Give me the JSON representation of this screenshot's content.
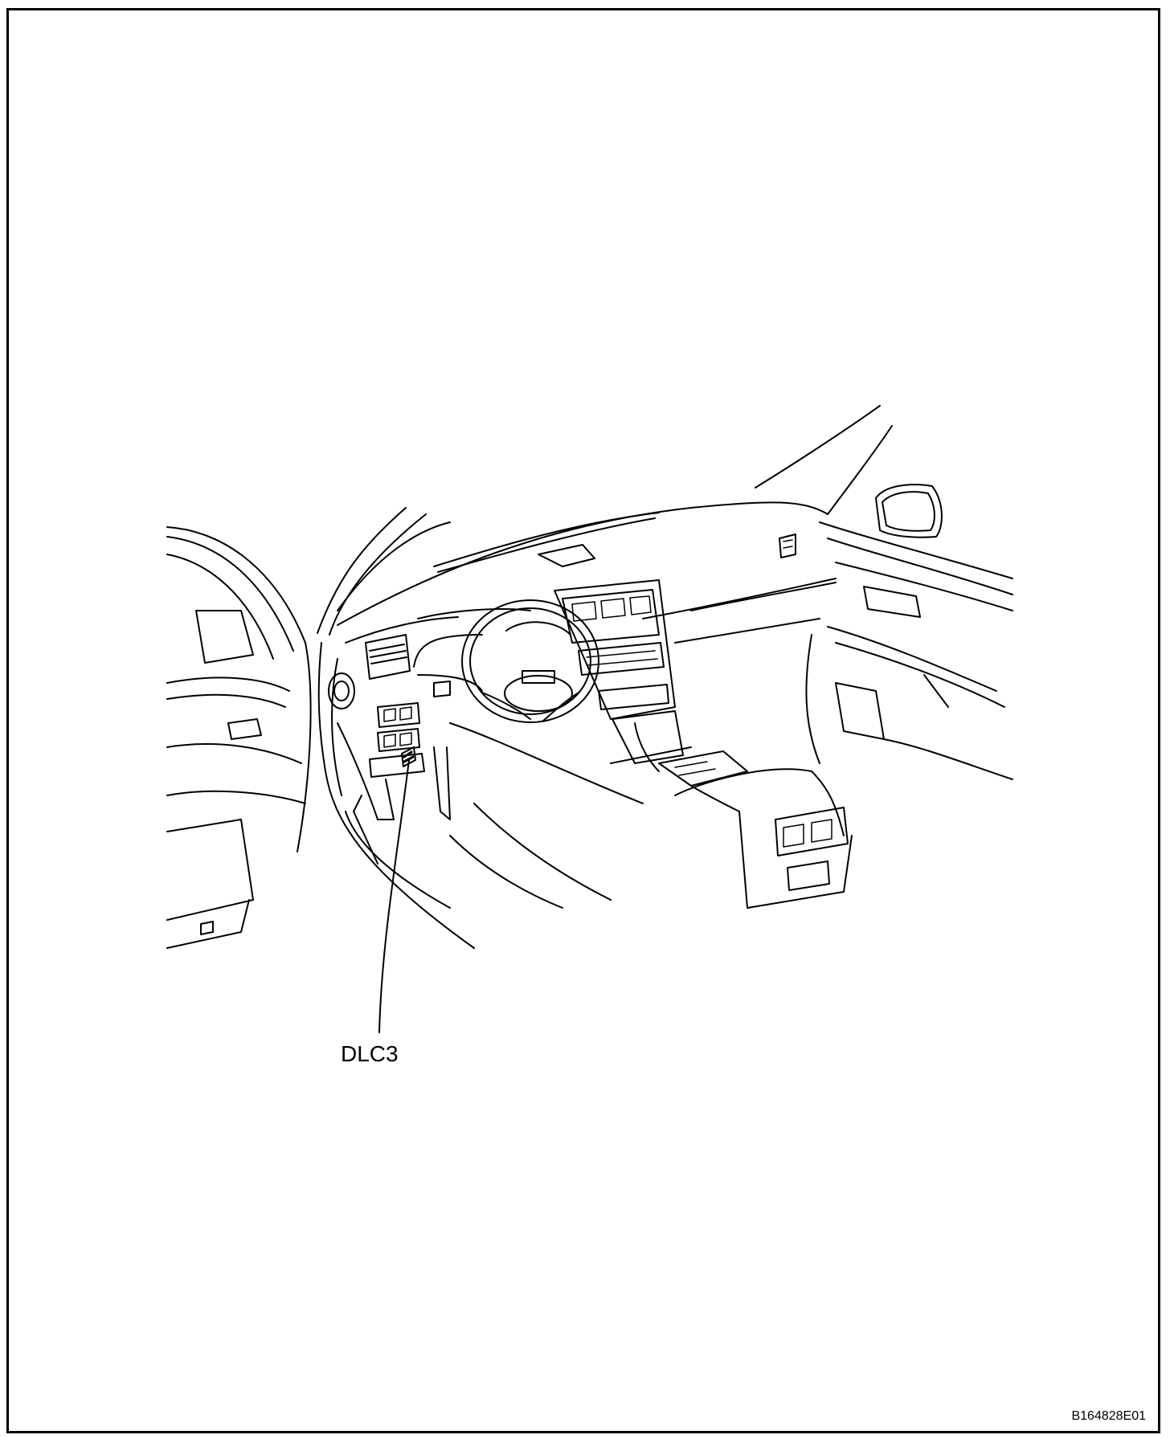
{
  "callout": {
    "label": "DLC3"
  },
  "figure": {
    "code": "B164828E01"
  },
  "icons": [
    "car-interior-illustration",
    "leader-line",
    "dlc3-connector-icon"
  ]
}
